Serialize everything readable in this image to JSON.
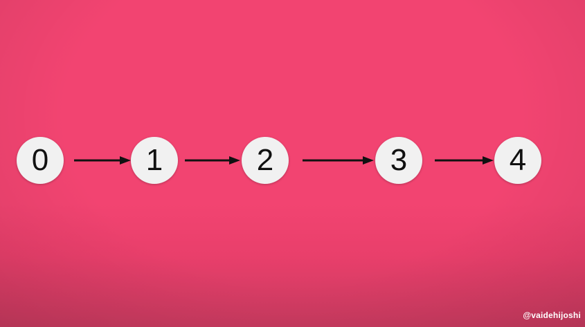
{
  "diagram": {
    "type": "singly-linked-list",
    "nodes": [
      {
        "id": "node-0",
        "label": "0"
      },
      {
        "id": "node-1",
        "label": "1"
      },
      {
        "id": "node-2",
        "label": "2"
      },
      {
        "id": "node-3",
        "label": "3"
      },
      {
        "id": "node-4",
        "label": "4"
      }
    ],
    "edges": [
      {
        "from": "node-0",
        "to": "node-1"
      },
      {
        "from": "node-1",
        "to": "node-2"
      },
      {
        "from": "node-2",
        "to": "node-3"
      },
      {
        "from": "node-3",
        "to": "node-4"
      }
    ]
  },
  "watermark": {
    "text": "@vaidehijoshi"
  },
  "colors": {
    "background": "#f24471",
    "node_fill": "#f1f1f1",
    "node_text": "#111111",
    "arrow": "#111111",
    "watermark": "#ffffff"
  }
}
